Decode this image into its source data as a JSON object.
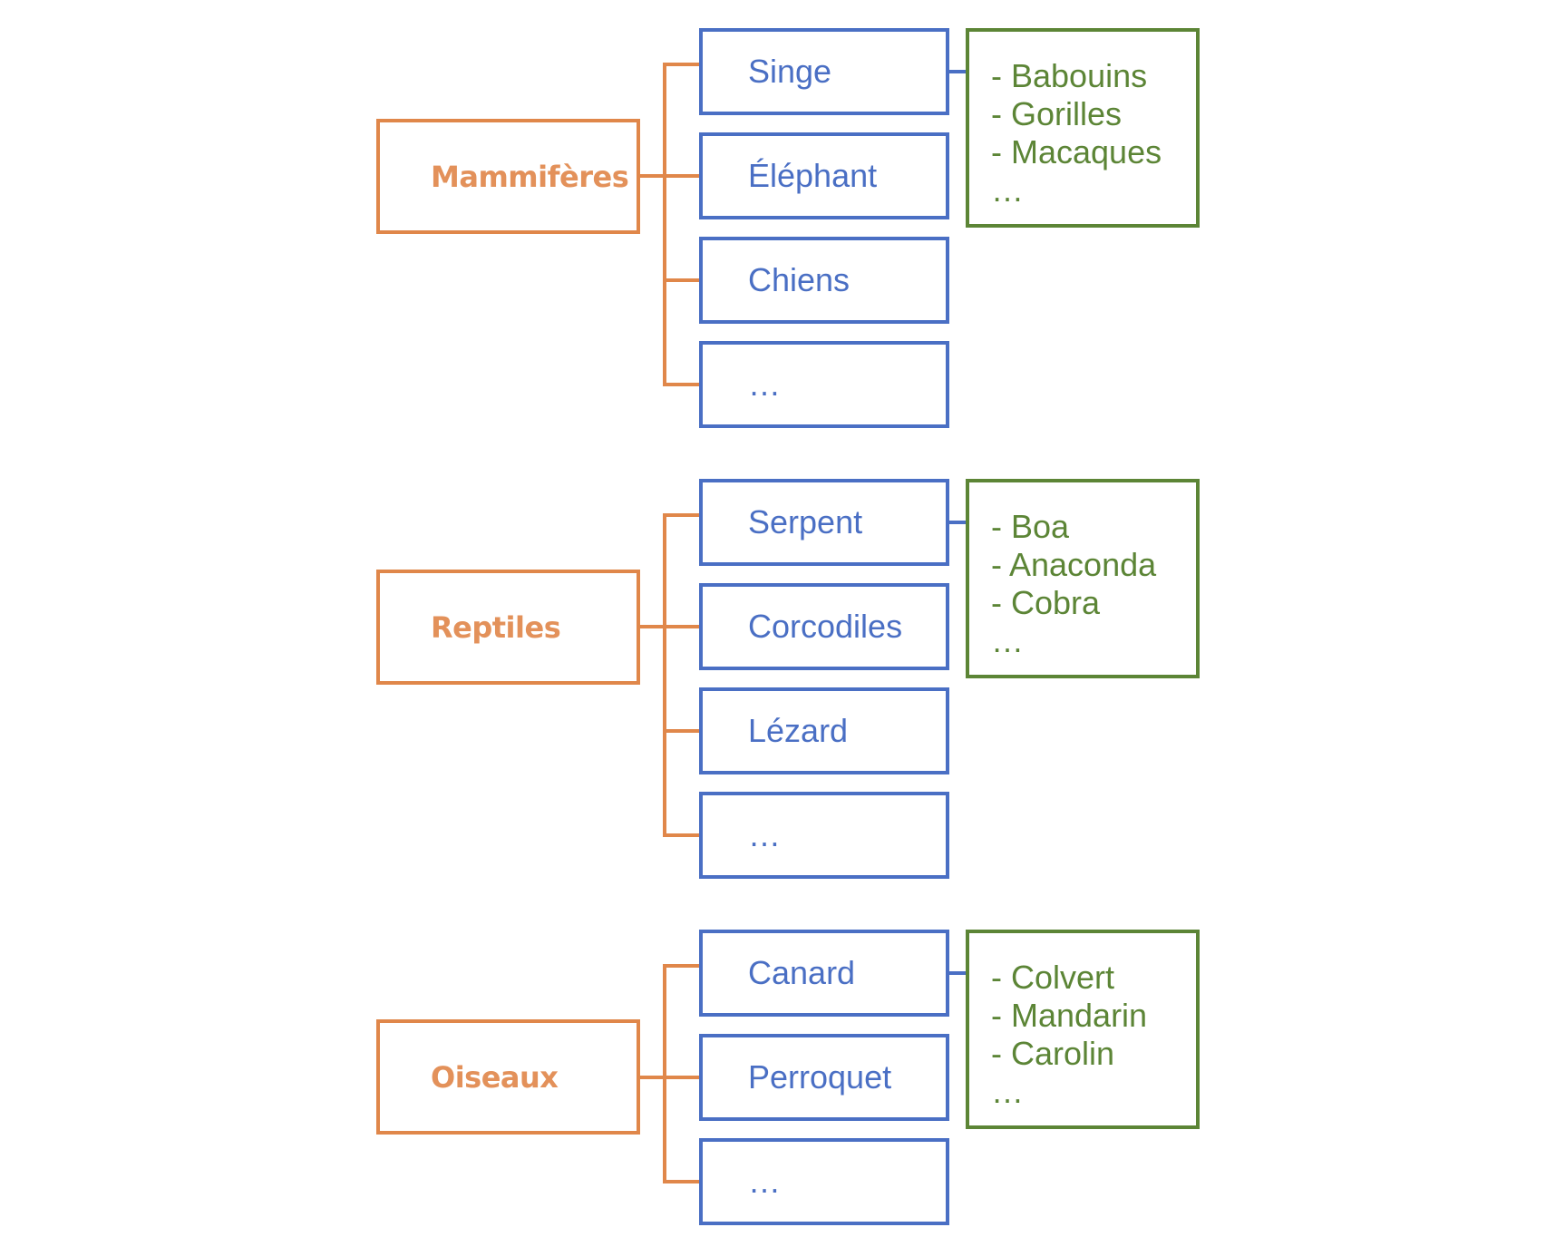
{
  "colors": {
    "orange": "#e0874a",
    "orange_text": "#e3915a",
    "blue": "#4a6fc4",
    "green": "#5c8536"
  },
  "groups": [
    {
      "category": "Mammifères",
      "items": [
        "Singe",
        "Éléphant",
        "Chiens",
        "…"
      ],
      "examples": [
        "- Babouins",
        "- Gorilles",
        "- Macaques",
        "…"
      ]
    },
    {
      "category": "Reptiles",
      "items": [
        "Serpent",
        "Corcodiles",
        "Lézard",
        "…"
      ],
      "examples": [
        "- Boa",
        "- Anaconda",
        "- Cobra",
        "…"
      ]
    },
    {
      "category": "Oiseaux",
      "items": [
        "Canard",
        "Perroquet",
        "…"
      ],
      "examples": [
        "- Colvert",
        "- Mandarin",
        "- Carolin",
        "…"
      ]
    }
  ]
}
